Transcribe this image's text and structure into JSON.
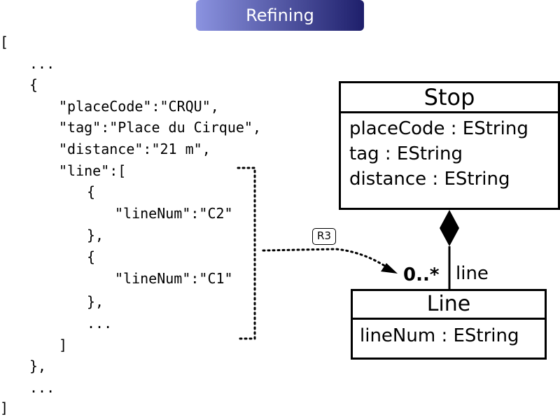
{
  "header": {
    "title": "Refining"
  },
  "json_snippet": {
    "lines": [
      "[",
      "...",
      "{",
      "\"placeCode\":\"CRQU\",",
      "\"tag\":\"Place du Cirque\",",
      "\"distance\":\"21 m\",",
      "\"line\":[",
      "{",
      "\"lineNum\":\"C2\"",
      "},",
      "{",
      "\"lineNum\":\"C1\"",
      "},",
      "...",
      "]",
      "},",
      "...",
      "]"
    ]
  },
  "rule": {
    "label": "R3"
  },
  "uml": {
    "stop": {
      "name": "Stop",
      "attributes": [
        "placeCode : EString",
        "tag : EString",
        "distance : EString"
      ]
    },
    "line": {
      "name": "Line",
      "attributes": [
        "lineNum : EString"
      ]
    },
    "association": {
      "multiplicity": "0..*",
      "role": "line",
      "kind": "composition"
    }
  }
}
